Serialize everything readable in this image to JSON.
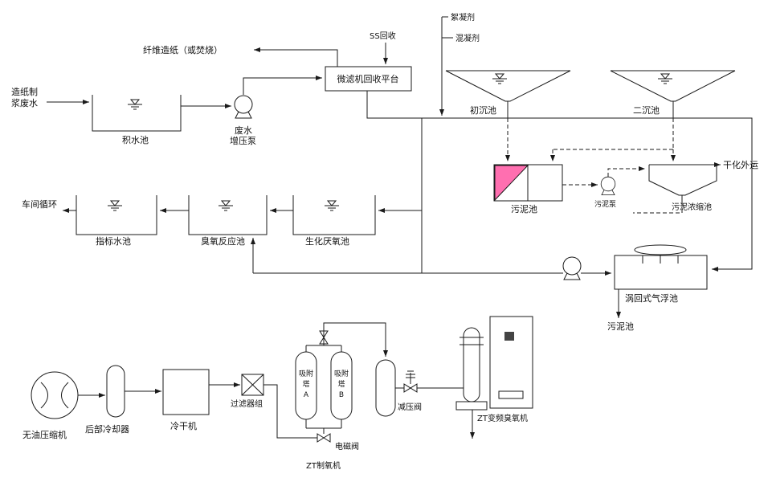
{
  "diagram": {
    "type": "process-flow",
    "colors": {
      "line": "#1a1a1a",
      "sludge_pink": "#ff6fb0"
    },
    "labels": {
      "flocculant": "絮凝剂",
      "coagulant": "混凝剂",
      "ss_recovery": "SS回收",
      "fiber_paper": "纤维造纸（或焚烧）",
      "influent_l1": "造纸制",
      "influent_l2": "浆废水",
      "sump": "积水池",
      "booster_pump_l1": "废水",
      "booster_pump_l2": "增压泵",
      "microfilter": "微滤机回收平台",
      "primary_tank": "初沉池",
      "secondary_tank": "二沉池",
      "dry_out": "干化外运",
      "sludge_pool": "污泥池",
      "sludge_pump": "污泥泵",
      "sludge_thickener": "污泥浓缩池",
      "workshop_cycle": "车间循环",
      "indicator_pool": "指标水池",
      "ozone_pool": "臭氧反应池",
      "anaerobic_pool": "生化厌氧池",
      "air_flotation": "涡回式气浮池",
      "sludge_pool2": "污泥池",
      "compressor": "无油压缩机",
      "aftercooler": "后部冷却器",
      "dryer": "冷干机",
      "filter_group": "过滤器组",
      "tower_a": [
        "吸附",
        "塔",
        "A"
      ],
      "tower_b": [
        "吸附",
        "塔",
        "B"
      ],
      "solenoid_valve": "电磁阀",
      "oxygen_machine": "ZT制氧机",
      "pressure_valve": "减压阀",
      "ozone_machine": "ZT变频臭氧机"
    }
  }
}
